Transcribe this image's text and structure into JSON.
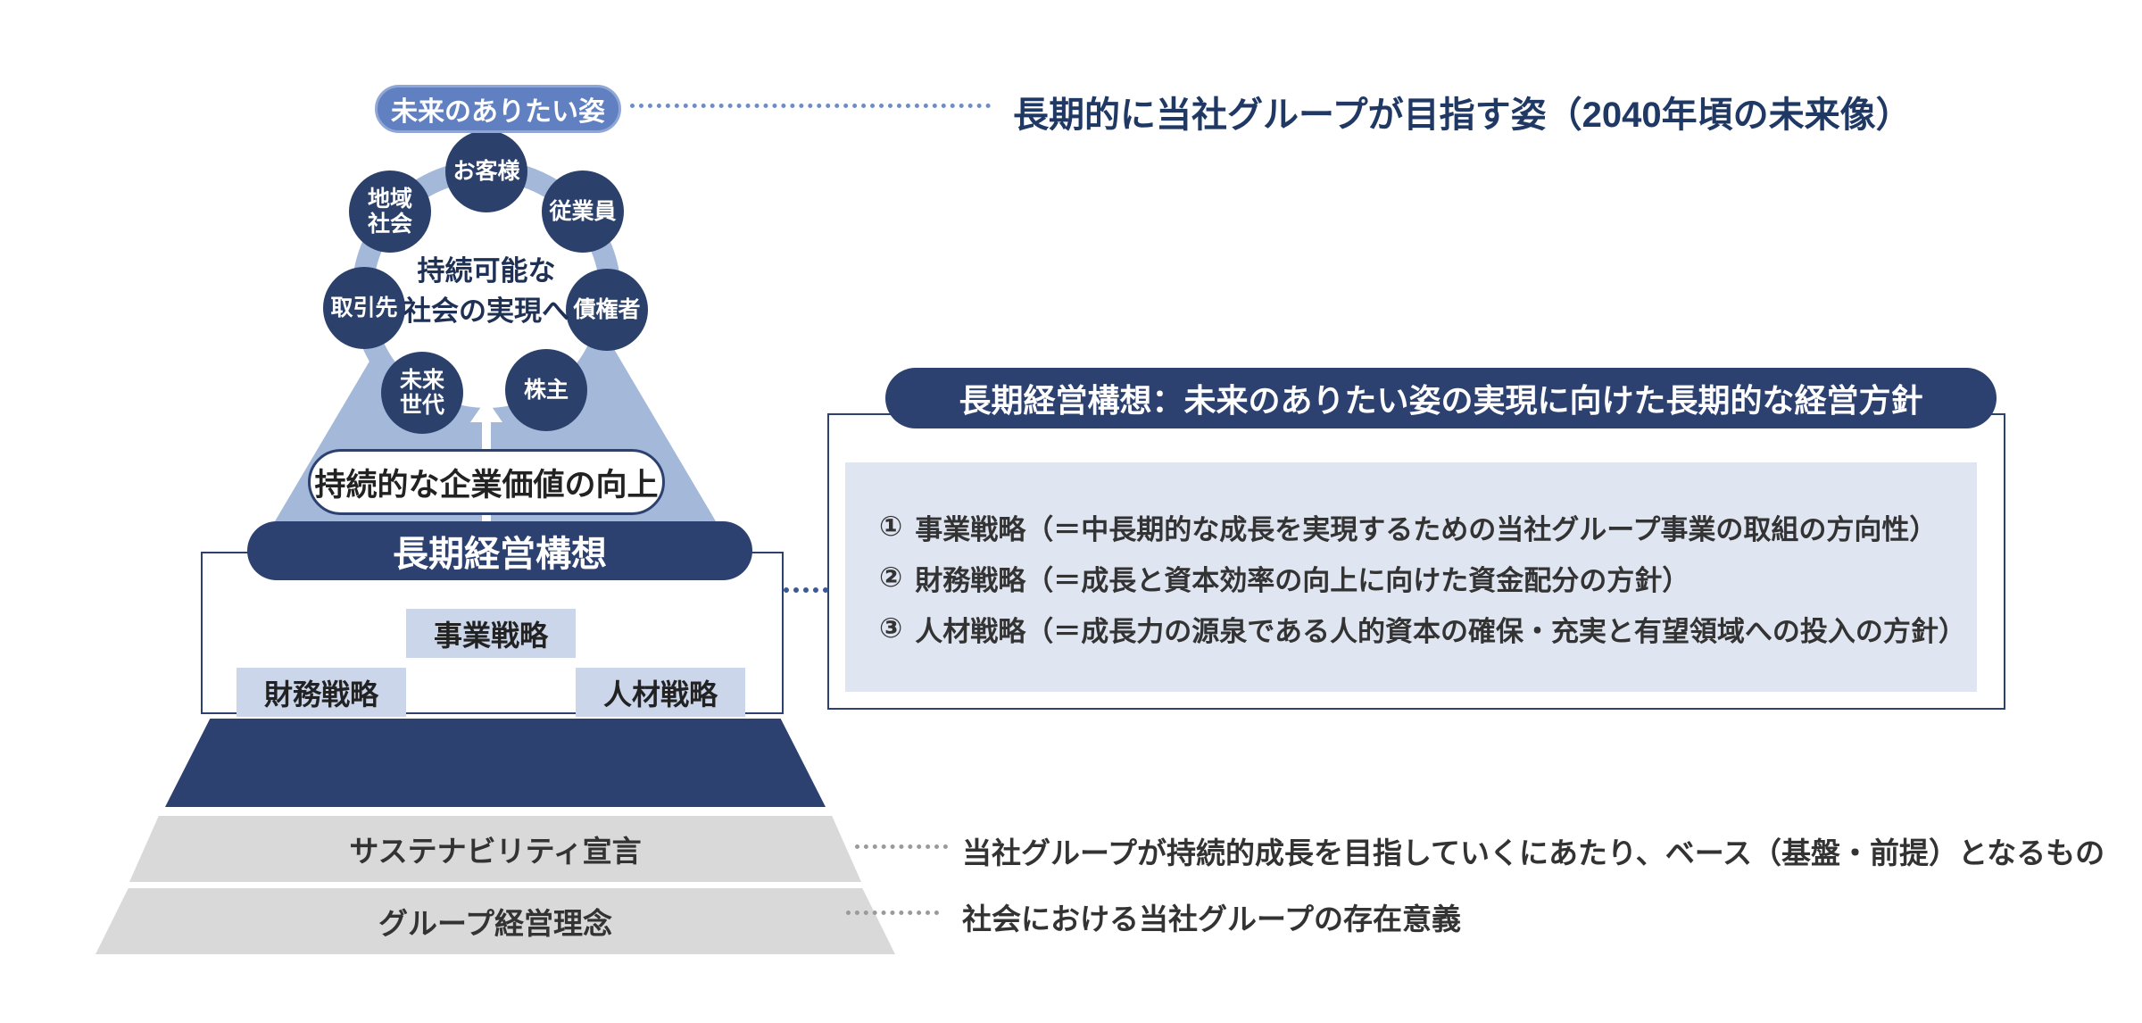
{
  "diagram": {
    "future_vision": {
      "label": "未来のありたい姿",
      "annotation": "長期的に当社グループが目指す姿（2040年頃の未来像）"
    },
    "stakeholder_circle": {
      "center_label": "持続可能な\n社会の実現へ",
      "stakeholders": [
        {
          "label": "お客様"
        },
        {
          "label": "従業員"
        },
        {
          "label": "債権者"
        },
        {
          "label": "株主"
        },
        {
          "label": "未来\n世代"
        },
        {
          "label": "取引先"
        },
        {
          "label": "地域\n社会"
        }
      ]
    },
    "value_oval": {
      "label": "持続的な企業価値の向上"
    },
    "long_term_plan": {
      "label": "長期経営構想"
    },
    "strategies": [
      {
        "label": "事業戦略"
      },
      {
        "label": "財務戦略"
      },
      {
        "label": "人材戦略"
      }
    ],
    "base_layers": [
      {
        "label": "サステナビリティ宣言",
        "annotation": "当社グループが持続的成長を目指していくにあたり、ベース（基盤・前提）となるもの"
      },
      {
        "label": "グループ経営理念",
        "annotation": "社会における当社グループの存在意義"
      }
    ]
  },
  "panel": {
    "title": "長期経営構想：未来のありたい姿の実現に向けた長期的な経営方針",
    "items": [
      {
        "num": "①",
        "text": "事業戦略（＝中長期的な成長を実現するための当社グループ事業の取組の方向性）"
      },
      {
        "num": "②",
        "text": "財務戦略（＝成長と資本効率の向上に向けた資金配分の方針）"
      },
      {
        "num": "③",
        "text": "人材戦略（＝成長力の源泉である人的資本の確保・充実と有望領域への投入の方針）"
      }
    ]
  },
  "colors": {
    "navy": "#2c4170",
    "circle_navy": "#2b416b",
    "pill_blue": "#6080c1",
    "light_blue": "#a4b8da",
    "strategy_box": "#ccd6eb",
    "panel_bg": "#dfe5f1",
    "gray_layer": "#d9d9d9",
    "navy_text": "#1f3864"
  }
}
